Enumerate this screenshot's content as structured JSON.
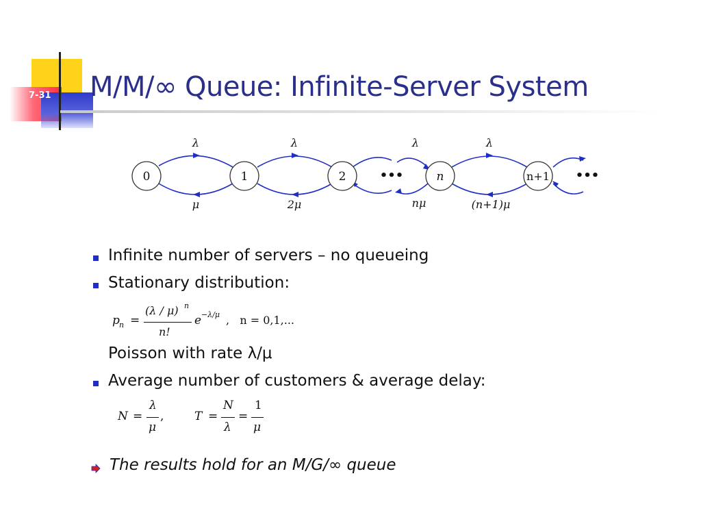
{
  "slide": {
    "number": "7-31",
    "title": "M/M/∞ Queue: Infinite-Server System"
  },
  "diagram": {
    "states": [
      "0",
      "1",
      "2",
      "n",
      "n+1"
    ],
    "ellipsis": "•••",
    "arrival_rates": [
      "λ",
      "λ",
      "λ",
      "λ"
    ],
    "service_rates": [
      "μ",
      "2μ",
      "nμ",
      "(n+1)μ"
    ]
  },
  "bullets": [
    {
      "text": "Infinite number of servers – no queueing"
    },
    {
      "text": "Stationary distribution:"
    },
    {
      "text": "Poisson with rate λ/μ"
    },
    {
      "text": "Average number of customers & average delay:"
    },
    {
      "text": "The results hold for an M/G/∞ queue"
    }
  ],
  "formulas": {
    "pn_lhs": "p",
    "pn_sub": "n",
    "eq": "=",
    "pn_num": "(λ / μ)",
    "pn_num_sup": "n",
    "pn_den": "n!",
    "pn_exp_base": "e",
    "pn_exp": "−λ/μ",
    "pn_range": ",   n = 0,1,...",
    "N_lhs": "N",
    "N_num": "λ",
    "N_den": "μ",
    "T_lhs": "T",
    "T_num1": "N",
    "T_den1": "λ",
    "T_num2": "1",
    "T_den2": "μ",
    "comma": ","
  },
  "colors": {
    "title": "#2b2f8c",
    "bullet_square": "#1f2ec4",
    "arrow": "#1f2ec4",
    "accent_red": "#cc2222"
  }
}
